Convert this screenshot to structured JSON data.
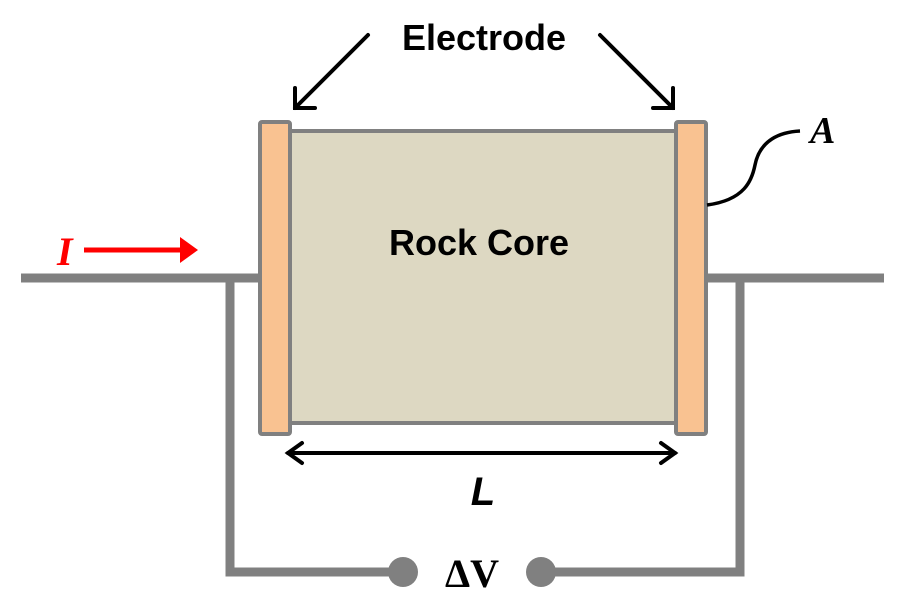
{
  "diagram": {
    "title": "Rock core resistivity measurement setup",
    "labels": {
      "electrode": "Electrode",
      "area": "A",
      "current": "I",
      "core": "Rock Core",
      "length": "L",
      "voltage": "ΔV"
    },
    "colors": {
      "wire": "#808080",
      "electrode_fill": "#f9c291",
      "core_fill": "#ddd8c2",
      "outline": "#808080",
      "current_arrow": "#ff0000",
      "text": "#000000"
    }
  }
}
